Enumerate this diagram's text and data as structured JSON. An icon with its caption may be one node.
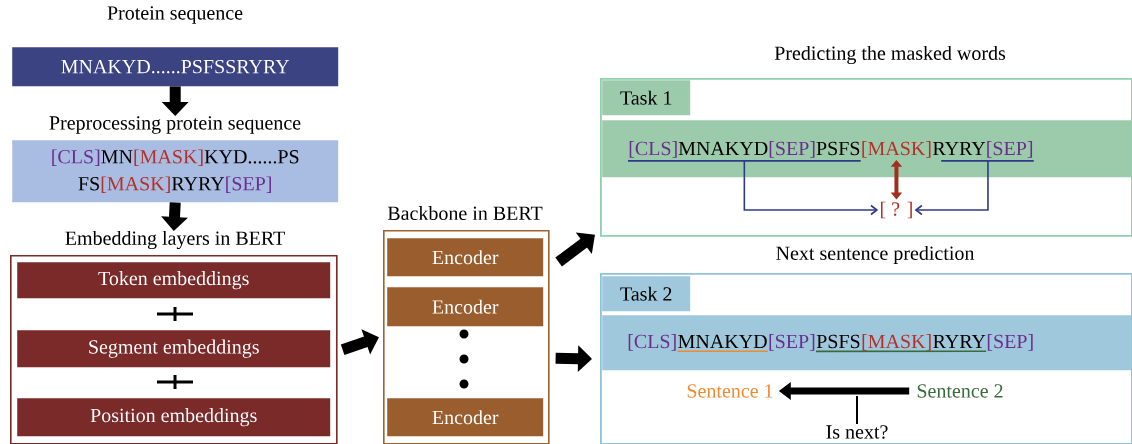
{
  "diagram": {
    "nodes": [
      {
        "text": [
          "Protein sequence",
          "MNAKYD......PSFSSRYRY"
        ]
      },
      {
        "text": [
          "Preprocessing protein sequence",
          "[CLS]",
          "MN",
          "[MASK]",
          "KYD......PS",
          "FS",
          "[MASK]",
          "RYRY",
          "[SEP]"
        ]
      },
      {
        "text": [
          "Embedding layers in BERT"
        ]
      },
      {
        "text": [
          "Token embeddings"
        ],
        "in": 2
      },
      {
        "text": [
          "Segment embeddings"
        ],
        "in": 2
      },
      {
        "text": [
          "Position embeddings"
        ],
        "in": 2
      },
      {
        "text": [
          "Backbone in BERT"
        ]
      },
      {
        "text": [
          "Encoder"
        ],
        "in": 6
      },
      {
        "text": [
          "Encoder"
        ],
        "in": 6
      },
      {
        "text": [
          "Encoder"
        ],
        "in": 6
      },
      {
        "text": [
          "Predicting the masked words"
        ]
      },
      {
        "text": [
          "Task 1"
        ],
        "in": 10
      },
      {
        "text": [],
        "shape": "box",
        "in": 10
      },
      {
        "text": [
          "[CLS]",
          "MNAKYD",
          "[SEP]",
          "PSFS"
        ],
        "in": 12
      },
      {
        "text": [
          "[MASK]"
        ],
        "in": 12
      },
      {
        "text": [
          "RYRY",
          "[SEP]"
        ],
        "in": 12
      },
      {
        "text": [
          "[ ? ]"
        ],
        "in": 10
      },
      {
        "text": [
          "Next sentence prediction"
        ]
      },
      {
        "text": [
          "Task 2"
        ],
        "in": 17
      },
      {
        "text": [
          "[CLS]",
          "MNAKYD",
          "[SEP]",
          "PSFS",
          "[MASK]",
          "RYRY",
          "[SEP]"
        ],
        "in": 17
      },
      {
        "text": [
          "Sentence 1"
        ],
        "in": 17
      },
      {
        "text": [
          "Sentence 2"
        ],
        "in": 17
      },
      {
        "text": [
          "Is next?"
        ],
        "in": 17
      }
    ],
    "edges": [
      {
        "from": 0,
        "to": 1,
        "arrow": "to"
      },
      {
        "from": 1,
        "to": 2,
        "arrow": "to"
      },
      {
        "from": 2,
        "to": 6,
        "arrow": "to"
      },
      {
        "from": 6,
        "to": 10,
        "arrow": "to"
      },
      {
        "from": 6,
        "to": 17,
        "arrow": "to"
      },
      {
        "from": 13,
        "to": 16,
        "arrow": "to",
        "color": "#2e3a87"
      },
      {
        "from": 15,
        "to": 16,
        "arrow": "to",
        "color": "#2e3a87"
      },
      {
        "from": 14,
        "to": 16,
        "arrow": "both",
        "color": "#a0301e"
      },
      {
        "from": 21,
        "to": 20,
        "arrow": "to"
      },
      {
        "from": 22,
        "to": null,
        "arrow": "none"
      }
    ]
  }
}
